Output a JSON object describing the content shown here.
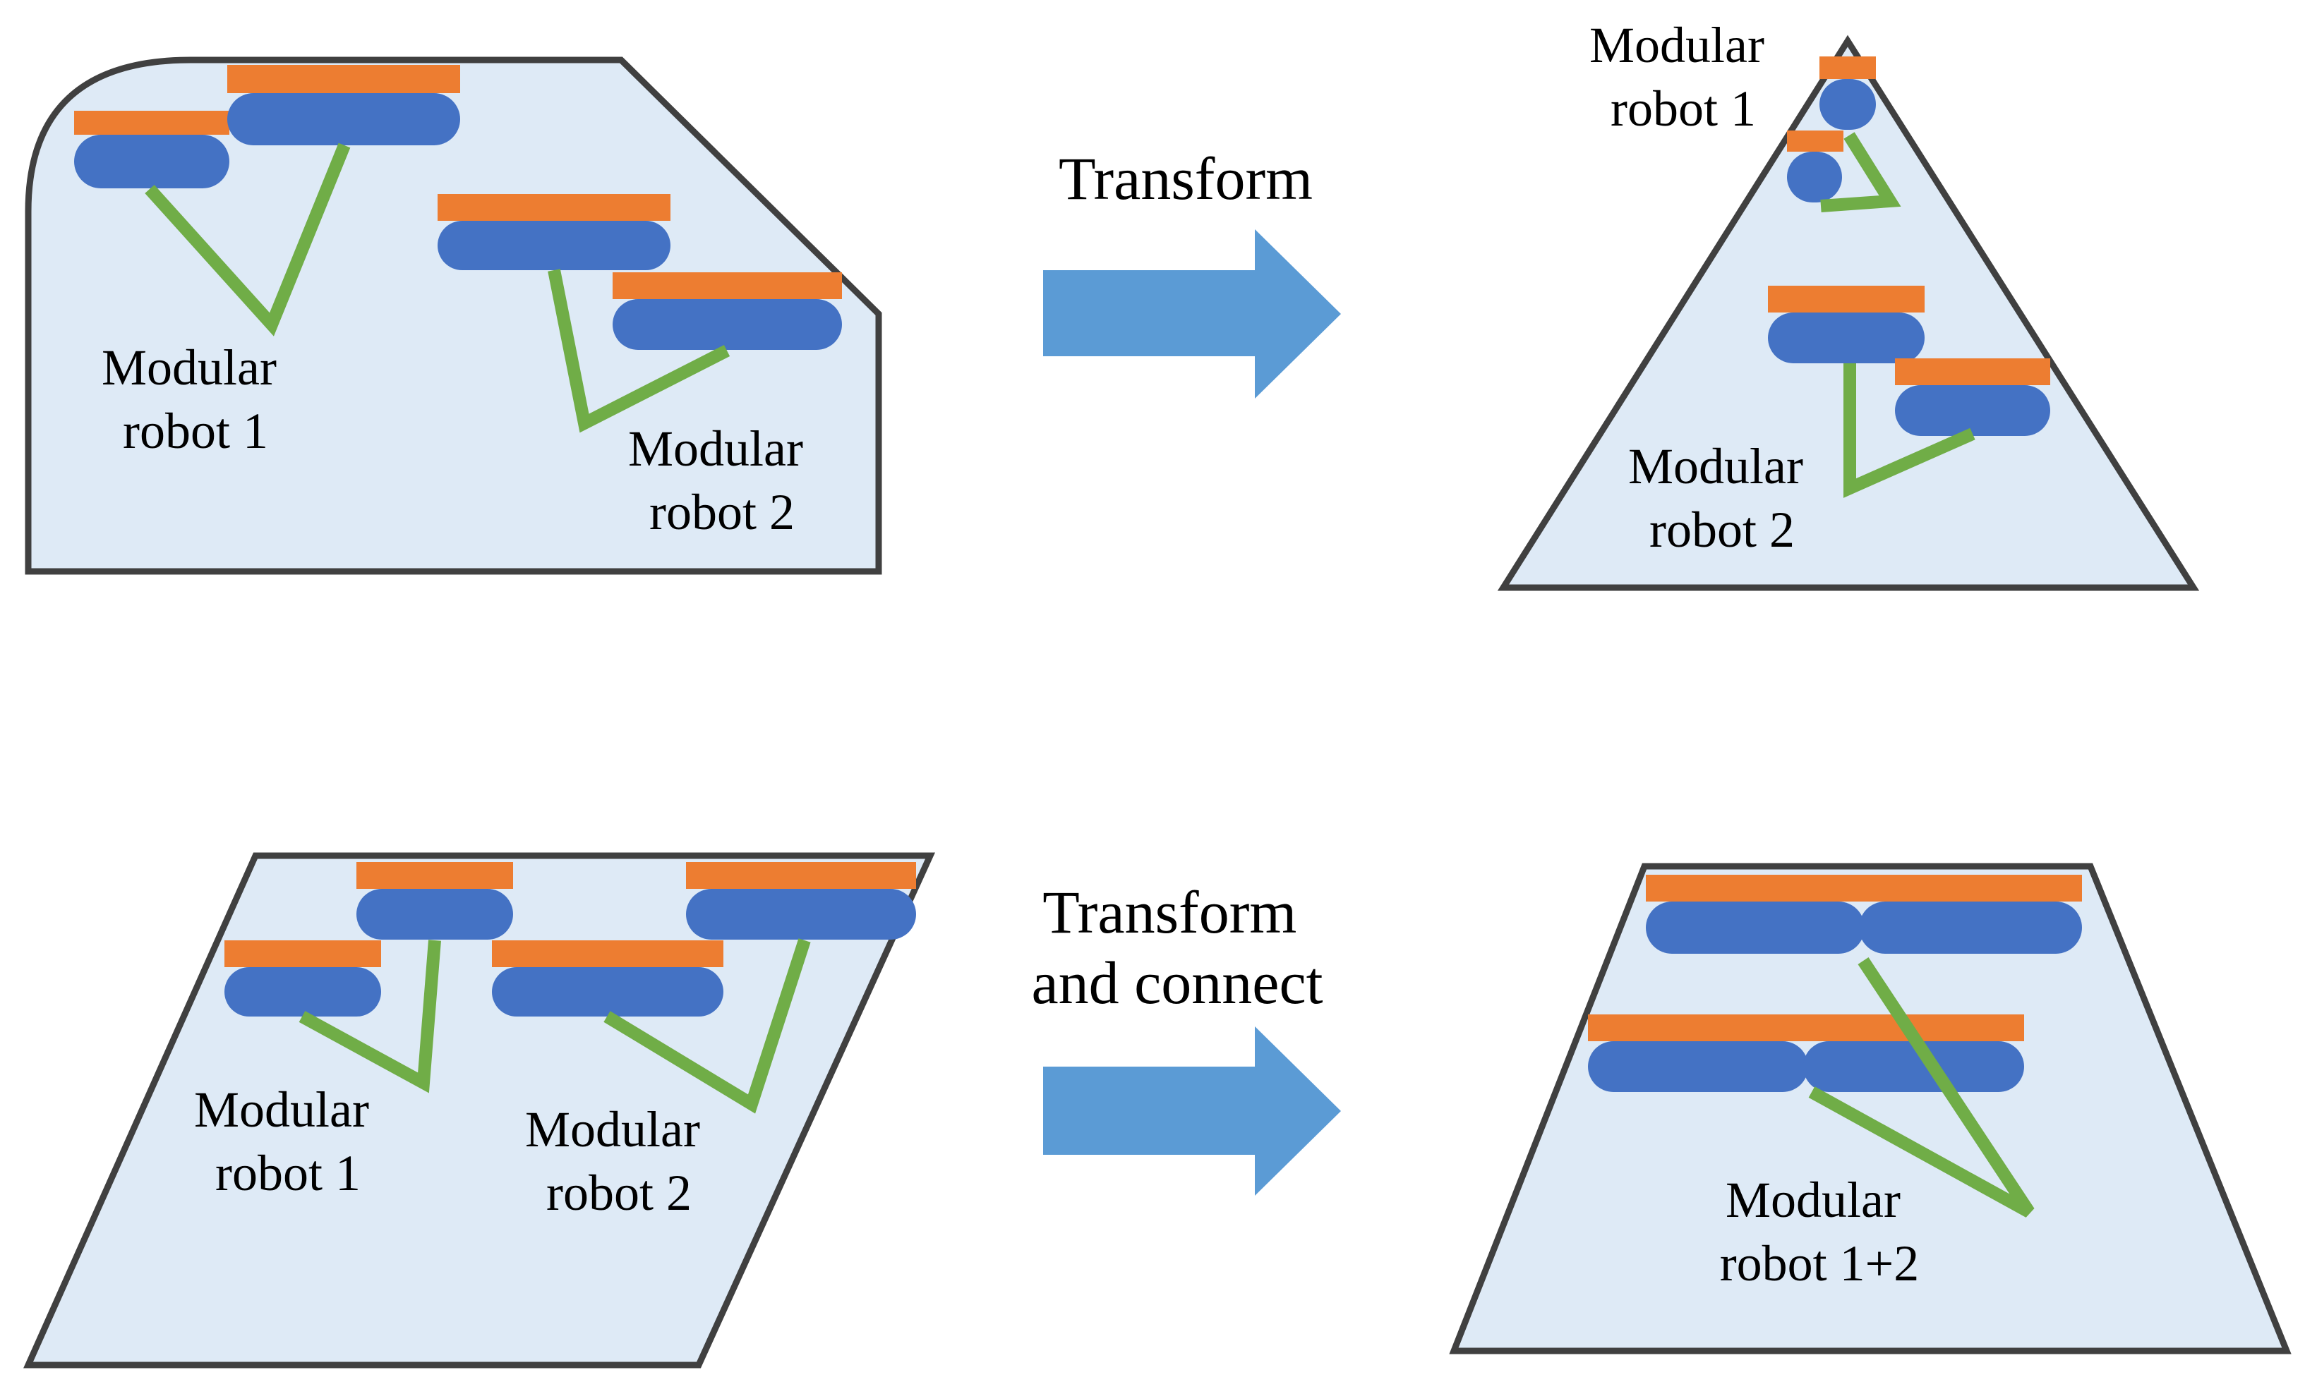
{
  "transform_caption": "Transform",
  "transform_connect_caption": [
    "Transform",
    "and connect"
  ],
  "panels": {
    "top_left": {
      "robot1": [
        "Modular",
        "robot 1"
      ],
      "robot2": [
        "Modular",
        "robot 2"
      ]
    },
    "top_right": {
      "robot1": [
        "Modular",
        "robot 1"
      ],
      "robot2": [
        "Modular",
        "robot 2"
      ]
    },
    "bottom_left": {
      "robot1": [
        "Modular",
        "robot 1"
      ],
      "robot2": [
        "Modular",
        "robot 2"
      ]
    },
    "bottom_right": {
      "robot": [
        "Modular",
        "robot 1+2"
      ]
    }
  },
  "colors": {
    "region_fill": "#deeaf6",
    "outline": "#404040",
    "top_plate": "#ed7d31",
    "wheel": "#4472c4",
    "arm": "#70ad47",
    "arrow": "#5b9bd5"
  }
}
